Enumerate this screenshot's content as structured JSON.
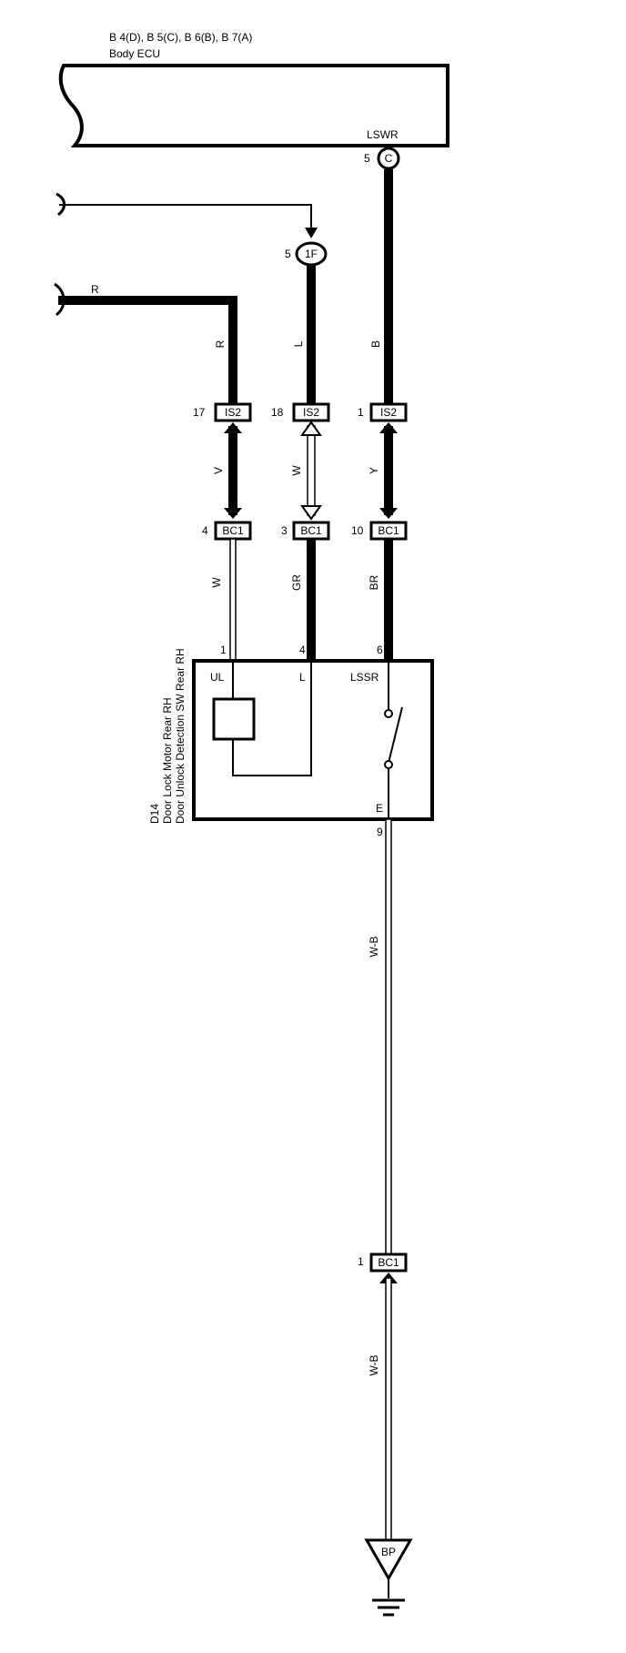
{
  "ecu": {
    "connectors": "B 4(D), B 5(C), B 6(B), B 7(A)",
    "name": "Body ECU",
    "terminal": "LSWR",
    "pin_number": "5",
    "pin_connector": "C"
  },
  "junction_1f": {
    "pin": "5",
    "label": "1F"
  },
  "wire_r_label": "R",
  "upper_wires": {
    "left": "R",
    "middle": "L",
    "right": "B"
  },
  "is2": {
    "left": {
      "pin": "17",
      "label": "IS2"
    },
    "middle": {
      "pin": "18",
      "label": "IS2"
    },
    "right": {
      "pin": "1",
      "label": "IS2"
    }
  },
  "mid_wires": {
    "left": "V",
    "middle": "W",
    "right": "Y"
  },
  "bc1": {
    "left": {
      "pin": "4",
      "label": "BC1"
    },
    "middle": {
      "pin": "3",
      "label": "BC1"
    },
    "right": {
      "pin": "10",
      "label": "BC1"
    }
  },
  "lower_wires": {
    "left": "W",
    "middle": "GR",
    "right": "BR"
  },
  "component": {
    "id": "D14",
    "name_line1": "Door Lock Motor Rear RH",
    "name_line2": "Door Unlock Detection SW Rear RH",
    "pins": {
      "ul_pin": "1",
      "l_pin": "4",
      "lssr_pin": "6",
      "e_pin": "9"
    },
    "terminals": {
      "ul": "UL",
      "l": "L",
      "lssr": "LSSR",
      "e": "E"
    }
  },
  "ground_wire_1": "W-B",
  "bc1_bottom": {
    "pin": "1",
    "label": "BC1"
  },
  "ground_wire_2": "W-B",
  "ground": {
    "label": "BP"
  }
}
